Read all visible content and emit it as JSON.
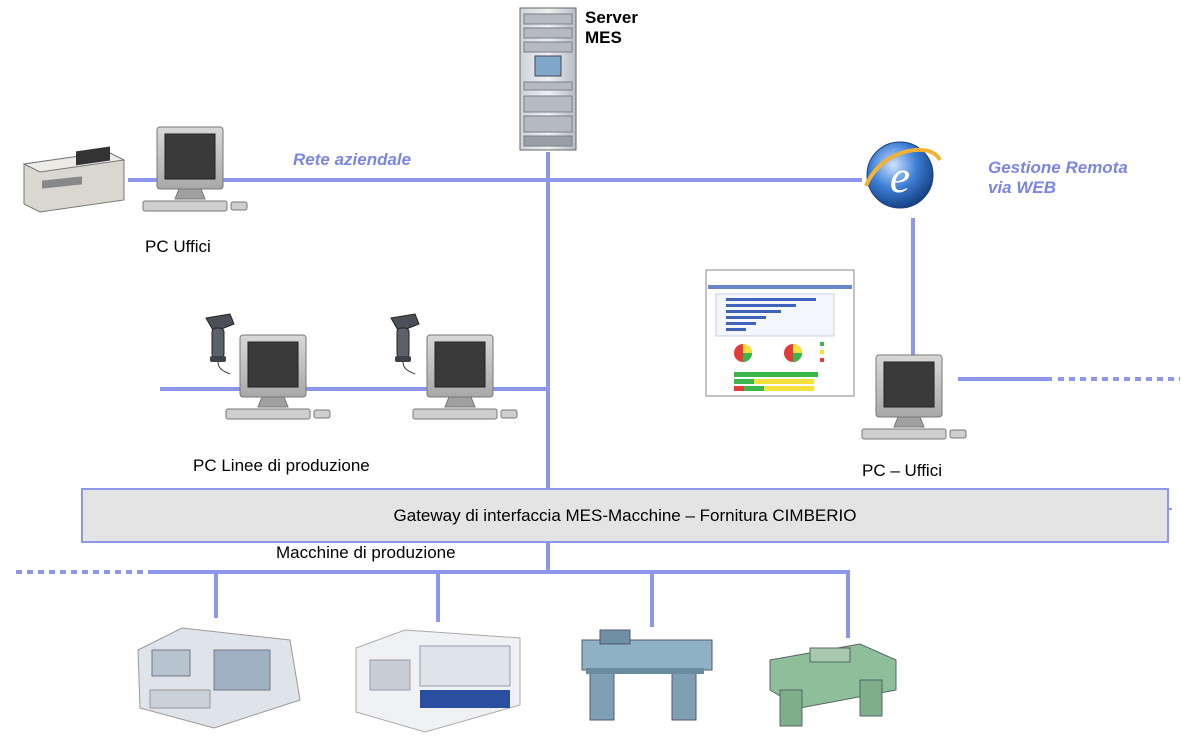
{
  "labels": {
    "server": "Server\nMES",
    "server_line1": "Server",
    "server_line2": "MES",
    "rete": "Rete aziendale",
    "remote_line1": "Gestione Remota",
    "remote_line2": "via WEB",
    "pc_uffici": "PC Uffici",
    "pc_linee": "PC Linee di produzione",
    "pc_uffici2": "PC – Uffici",
    "gateway": "Gateway di interfaccia MES-Macchine – Fornitura CIMBERIO",
    "macchine": "Macchine di produzione"
  },
  "colors": {
    "line": "#8c96ea",
    "label_blue": "#7b86e0",
    "gateway_fill": "#e4e4e4"
  },
  "icons": [
    "server-icon",
    "printer-icon",
    "monitor-icon",
    "barcode-scanner-icon",
    "internet-explorer-icon",
    "dashboard-report-icon",
    "cnc-lathe-icon"
  ]
}
